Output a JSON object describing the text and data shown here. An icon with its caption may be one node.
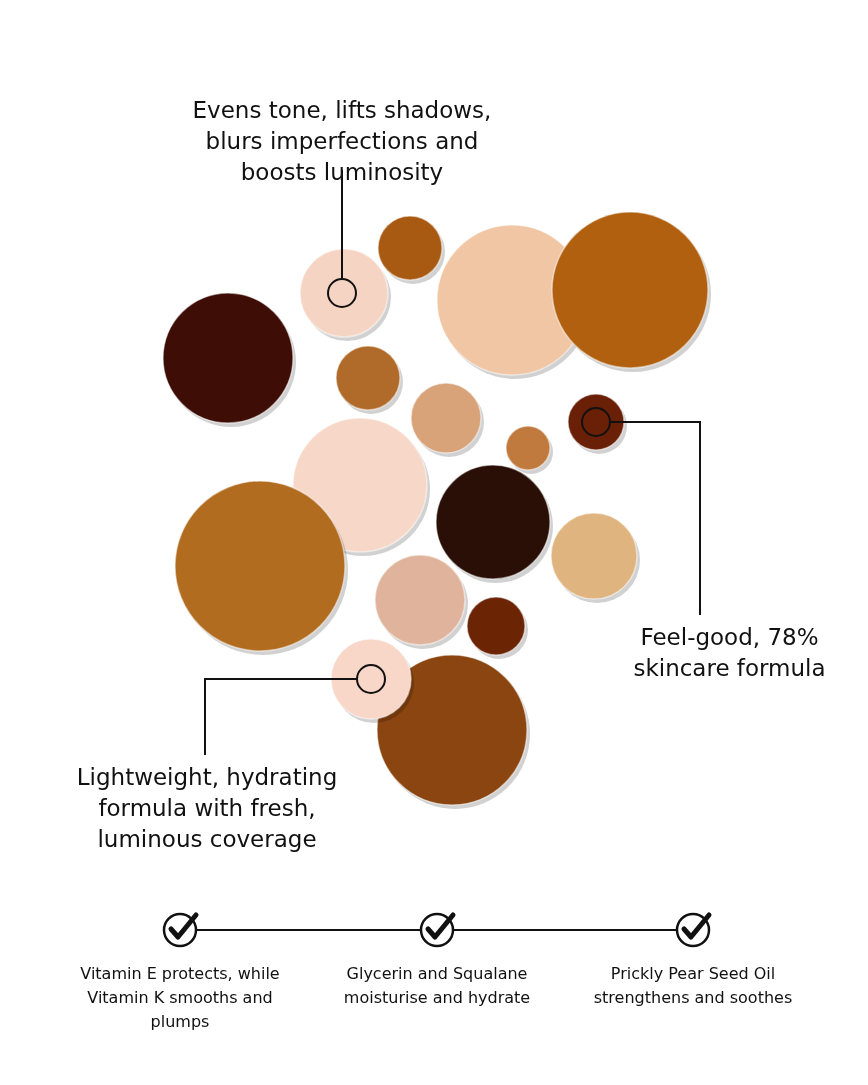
{
  "diagram": {
    "nodes": [
      {
        "text": [
          "Evens tone, lifts shadows, blurs imperfections and boosts luminosity"
        ]
      },
      {
        "text": [],
        "shape": "circle"
      },
      {
        "text": [
          "Feel-good, 78% skincare formula"
        ]
      },
      {
        "text": [],
        "shape": "circle"
      },
      {
        "text": [
          "Lightweight, hydrating formula with fresh, luminous coverage"
        ]
      },
      {
        "text": [],
        "shape": "circle"
      },
      {
        "text": [],
        "shape": "circle",
        "beside": [
          "Vitamin E protects, while Vitamin K smooths and plumps"
        ]
      },
      {
        "text": [],
        "shape": "circle",
        "beside": [
          "Glycerin and Squalane moisturise and hydrate"
        ]
      },
      {
        "text": [],
        "shape": "circle",
        "beside": [
          "Prickly Pear Seed Oil strengthens and soothes"
        ]
      }
    ],
    "edges": [
      {
        "from": 0,
        "to": 1,
        "arrow": "none"
      },
      {
        "from": 2,
        "to": 3,
        "arrow": "none"
      },
      {
        "from": 4,
        "to": 5,
        "arrow": "none"
      },
      {
        "from": 6,
        "to": 7,
        "arrow": "none"
      },
      {
        "from": 7,
        "to": 8,
        "arrow": "none"
      }
    ]
  }
}
